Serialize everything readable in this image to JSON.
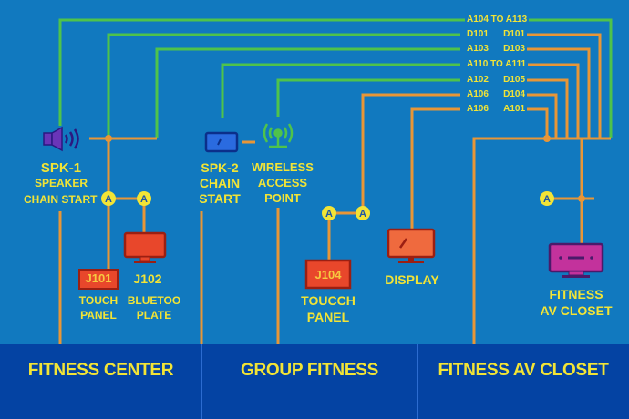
{
  "diagram": {
    "type": "AV wiring / signal-flow schematic",
    "colors": {
      "background": "#1179bf",
      "footer_background": "#0443a3",
      "text": "#f2e436",
      "data_line": "#4fc34b",
      "signal_line": "#e89637",
      "speaker": "#6a35b8",
      "wall_plate": "#e8472b",
      "display": "#ef6a3e",
      "av_closet": "#c3329c",
      "spk2_panel": "#2a6be0"
    },
    "bus_labels": [
      {
        "left": "A104 TO A113",
        "right": "",
        "line": "green"
      },
      {
        "left": "D101",
        "right": "D101",
        "line": "orange"
      },
      {
        "left": "A103",
        "right": "D103",
        "line": "orange"
      },
      {
        "left": "A110 TO A111",
        "right": "",
        "line": "orange"
      },
      {
        "left": "A102",
        "right": "D105",
        "line": "orange"
      },
      {
        "left": "A106",
        "right": "D104",
        "line": "orange"
      },
      {
        "left": "A106",
        "right": "A101",
        "line": "orange"
      }
    ],
    "devices": {
      "spk1": {
        "id": "SPK-1",
        "line1": "SPEAKER",
        "line2": "CHAIN START",
        "icon": "speaker-icon"
      },
      "spk2": {
        "id": "SPK-2",
        "line1": "CHAIN",
        "line2": "START",
        "icon": "panel-icon"
      },
      "wap": {
        "line1": "WIRELESS",
        "line2": "ACCESS",
        "line3": "POINT",
        "icon": "wireless-antenna-icon"
      },
      "j101": {
        "id": "J101",
        "line1": "TOUCH",
        "line2": "PANEL"
      },
      "j102": {
        "id": "J102",
        "line1": "BLUETOO",
        "line2": "PLATE",
        "icon": "monitor-icon"
      },
      "j104": {
        "id": "J104",
        "line1": "TOUCCH",
        "line2": "PANEL"
      },
      "display": {
        "label": "DISPLAY",
        "icon": "monitor-icon"
      },
      "closet": {
        "line1": "FITNESS",
        "line2": "AV CLOSET",
        "icon": "monitor-icon"
      }
    },
    "junction_marker": "A",
    "zones": [
      "FITNESS CENTER",
      "GROUP FITNESS",
      "FITNESS AV CLOSET"
    ]
  }
}
